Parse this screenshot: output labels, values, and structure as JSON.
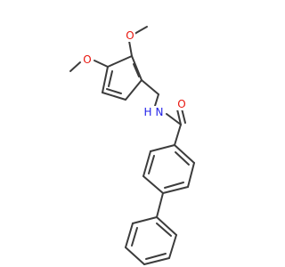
{
  "molecule": {
    "colors": {
      "bond": "#3c3c3c",
      "oxygen": "#e8150d",
      "nitrogen": "#1f1fe8",
      "background": "#ffffff"
    },
    "atom_labels": {
      "methoxy_oxygen_top": "O",
      "methoxy_oxygen_left": "O",
      "amide_nitrogen": "N",
      "amide_hydrogen": "H",
      "carbonyl_oxygen": "O"
    }
  }
}
